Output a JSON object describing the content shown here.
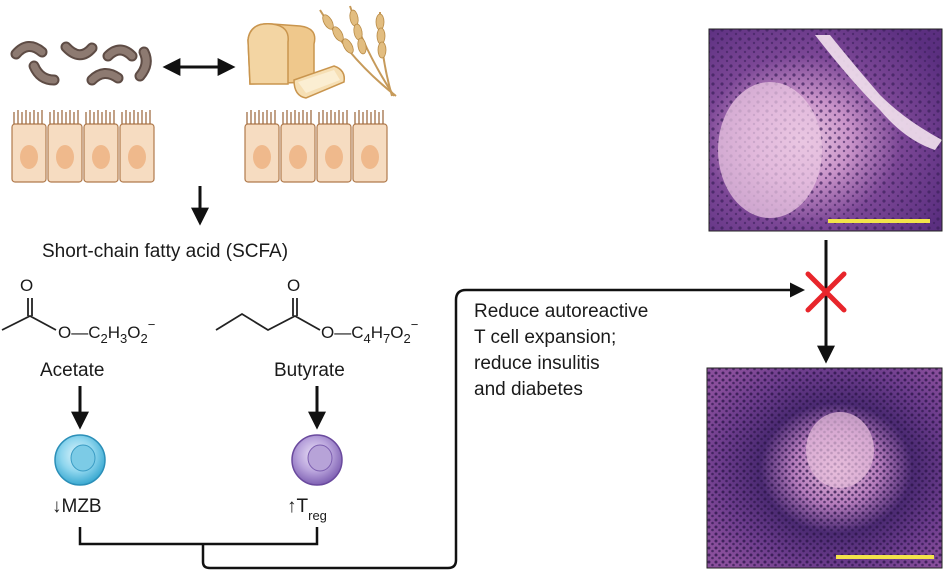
{
  "scfa_heading": "Short-chain fatty acid (SCFA)",
  "acetate": {
    "carbonyl_o": "O",
    "ester_o": "O",
    "group_c": "C",
    "sub1": "2",
    "group_h": "H",
    "sub2": "3",
    "group_o": "O",
    "sub3": "2",
    "charge": "−",
    "name": "Acetate"
  },
  "butyrate": {
    "carbonyl_o": "O",
    "ester_o": "O",
    "group_c": "C",
    "sub1": "4",
    "group_h": "H",
    "sub2": "7",
    "group_o": "O",
    "sub3": "2",
    "charge": "−",
    "name": "Butyrate"
  },
  "mzb_label": "↓MZB",
  "treg": {
    "prefix": "↑T",
    "sub": "reg"
  },
  "effect_lines": [
    "Reduce autoreactive",
    "T cell expansion;",
    "reduce insulitis",
    "and diabetes"
  ],
  "colors": {
    "bacteria": "#7a665d",
    "epithelium": "#f6dcc1",
    "bread": "#efc88c",
    "wheat": "#d8b274",
    "mzb_cell": "#6fc9e6",
    "treg_cell": "#a68ccc",
    "x_mark": "#e8252b",
    "histology_bg": "#6a3c8a",
    "scale_bar": "#f2e34a"
  }
}
